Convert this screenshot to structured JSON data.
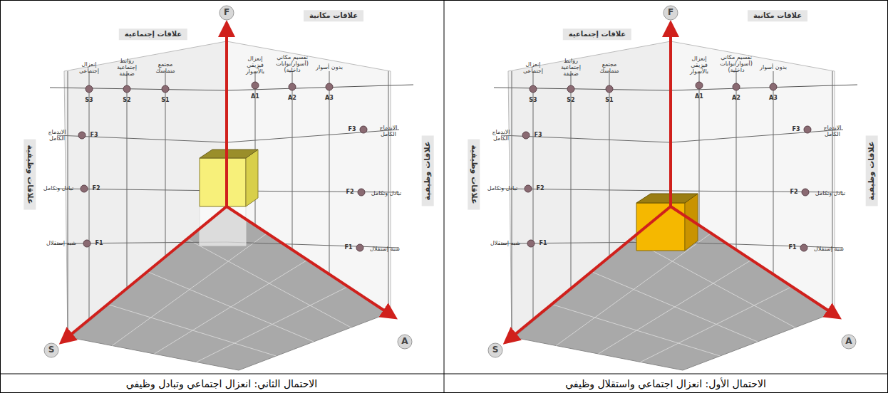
{
  "diagram": {
    "labels": [
      "F",
      "A",
      "S",
      "علاقات إجتماعية",
      "علاقات مكانية",
      "علاقات وظيفية",
      "علاقات وظيفية",
      "إنعزال إجتماعي",
      "S3",
      "روابط إجتماعية ضعيفة",
      "S2",
      "مجتمع متماسك",
      "S1",
      "إنعزال فيزيقي بالأسوار",
      "A1",
      "تقسيم مكاني (أسوار/بوابات داخلية)",
      "A2",
      "بدون أسوار",
      "A3",
      "الاندماج الكامل",
      "F3",
      "تبادل وتكامل",
      "F2",
      "شبه إستقلال",
      "F1",
      "F3",
      "الاندماج الكامل",
      "F2",
      "تبادل وتكامل",
      "F1",
      "شبه إستقلال",
      "الاحتمال الأول: انعزال اجتماعي واستقلال وظيفي",
      "F",
      "A",
      "S",
      "علاقات إجتماعية",
      "علاقات مكانية",
      "علاقات وظيفية",
      "علاقات وظيفية",
      "إنعزال إجتماعي",
      "S3",
      "روابط إجتماعية ضعيفة",
      "S2",
      "مجتمع متماسك",
      "S1",
      "إنعزال فيزيقي بالأسوار",
      "A1",
      "تقسيم مكاني (أسوار/بوابات داخلية)",
      "A2",
      "بدون أسوار",
      "A3",
      "الاندماج الكامل",
      "F3",
      "تبادل وتكامل",
      "F2",
      "شبه إستقلال",
      "F1",
      "F3",
      "الاندماج الكامل",
      "F2",
      "تبادل وتكامل",
      "F1",
      "شبه إستقلال",
      "الاحتمال الثاني: انعزال اجتماعي وتبادل وظيفي"
    ]
  }
}
